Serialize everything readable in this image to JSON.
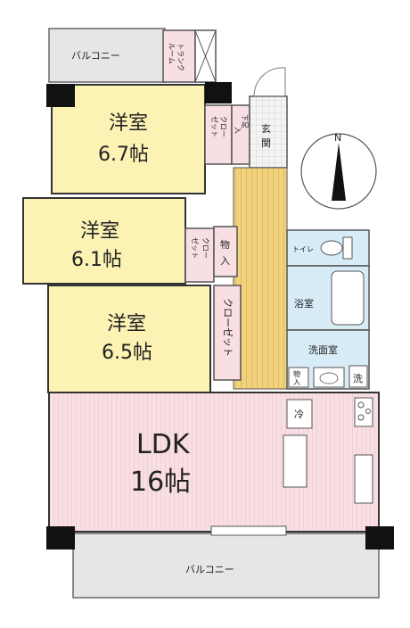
{
  "rooms": {
    "bedroom1": {
      "name": "洋室",
      "size": "6.7帖"
    },
    "bedroom2": {
      "name": "洋室",
      "size": "6.1帖"
    },
    "bedroom3": {
      "name": "洋室",
      "size": "6.5帖"
    },
    "ldk": {
      "name": "LDK",
      "size": "16帖"
    }
  },
  "labels": {
    "balcony_top": "バルコニー",
    "balcony_bottom": "バルコニー",
    "trunk_room_1": "トランク",
    "trunk_room_2": "ルーム",
    "closet1_1": "クロー",
    "closet1_2": "ゼット",
    "shoe_box_1": "下足",
    "shoe_box_2": "入",
    "entrance_1": "玄",
    "entrance_2": "関",
    "closet2_1": "クロー",
    "closet2_2": "ゼット",
    "storage1_1": "物",
    "storage1_2": "入",
    "closet3": "クローゼット",
    "toilet": "トイレ",
    "bathroom": "浴室",
    "washroom": "洗面室",
    "storage2_1": "物",
    "storage2_2": "入",
    "washer": "洗",
    "fridge": "冷",
    "compass_north": "N"
  }
}
